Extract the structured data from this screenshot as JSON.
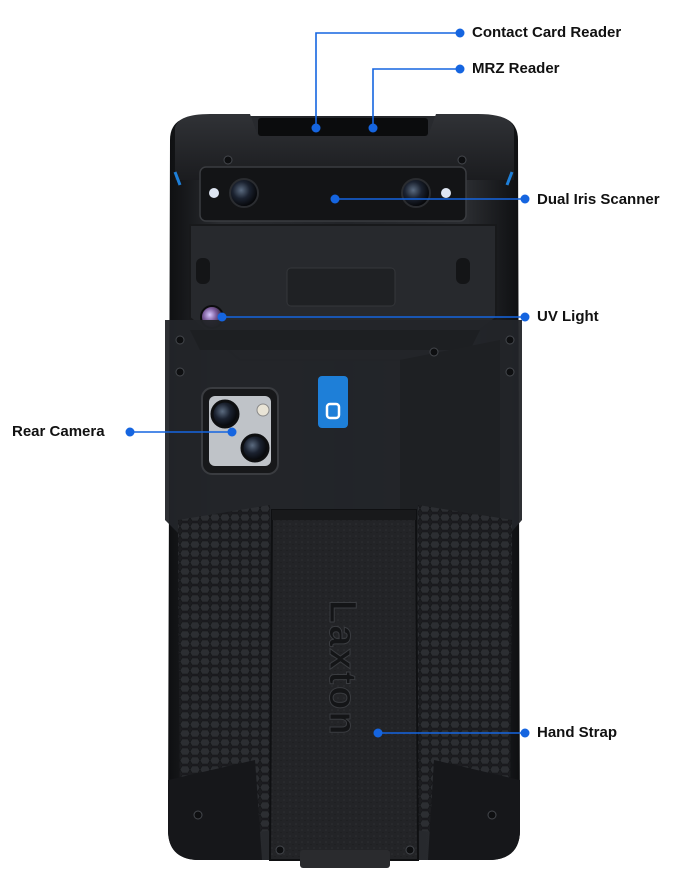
{
  "callouts": {
    "contact_card_reader": "Contact Card Reader",
    "mrz_reader": "MRZ Reader",
    "dual_iris_scanner": "Dual Iris Scanner",
    "uv_light": "UV Light",
    "rear_camera": "Rear Camera",
    "hand_strap": "Hand Strap"
  },
  "strap_logo": "Laxton",
  "colors": {
    "callout_line": "#1565e0",
    "callout_dot": "#1565e0",
    "label_text": "#111111",
    "body_dark": "#1a1b1e",
    "accent_blue": "#1e7fd8"
  }
}
